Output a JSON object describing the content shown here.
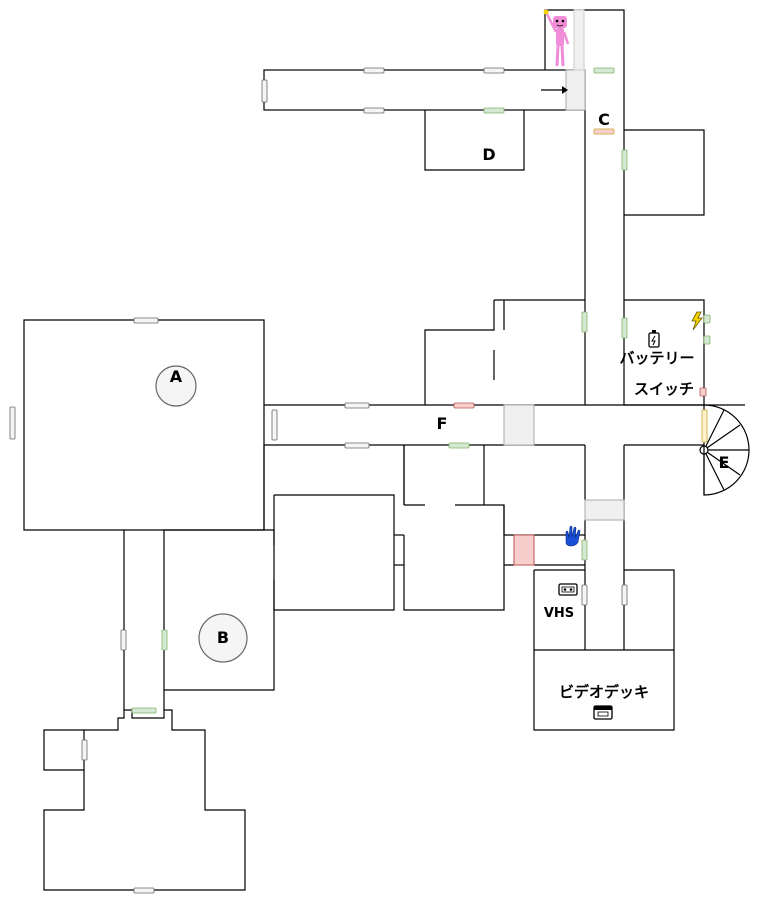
{
  "labels": {
    "a": "A",
    "b": "B",
    "c": "C",
    "d": "D",
    "e": "E",
    "f": "F",
    "vhs": "VHS",
    "battery": "バッテリー",
    "switch": "スイッチ",
    "video_deck": "ビデオデッキ"
  },
  "icons": {
    "battery": "battery-icon",
    "lightning": "lightning-icon",
    "vhs_tape": "vhs-tape-icon",
    "video_deck": "video-deck-icon",
    "hand": "hand-icon",
    "character": "pink-character-icon",
    "arrow": "arrow-right-icon"
  },
  "colors": {
    "door_green": "#d5e8d4",
    "door_green_stroke": "#82b366",
    "door_grey": "#f5f5f5",
    "door_grey_stroke": "#666666",
    "door_red": "#f8cecc",
    "door_red_stroke": "#b85450",
    "door_yellow": "#fff2cc",
    "door_yellow_stroke": "#d6b656",
    "corridor_grey": "#f0f0f0",
    "circle_fill": "#f5f5f5",
    "character_pink": "#f08cd8",
    "hand_blue": "#1a4fd8"
  }
}
